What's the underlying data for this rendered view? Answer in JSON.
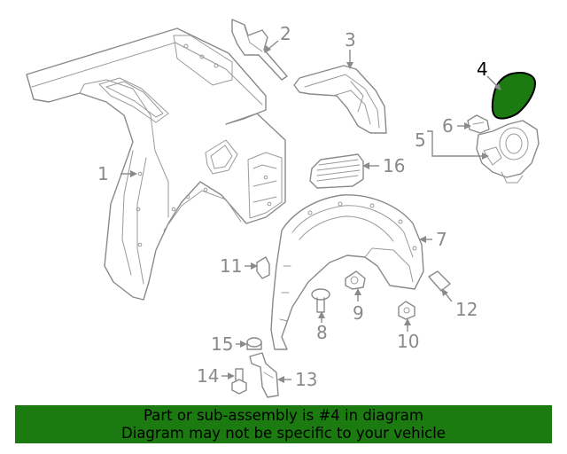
{
  "diagram": {
    "highlight_color": "#1b7a10",
    "line_color": "#8a8a8a",
    "callouts": [
      {
        "id": "1",
        "label": "1"
      },
      {
        "id": "2",
        "label": "2"
      },
      {
        "id": "3",
        "label": "3"
      },
      {
        "id": "4",
        "label": "4",
        "highlighted": true
      },
      {
        "id": "5",
        "label": "5"
      },
      {
        "id": "6",
        "label": "6"
      },
      {
        "id": "7",
        "label": "7"
      },
      {
        "id": "8",
        "label": "8"
      },
      {
        "id": "9",
        "label": "9"
      },
      {
        "id": "10",
        "label": "10"
      },
      {
        "id": "11",
        "label": "11"
      },
      {
        "id": "12",
        "label": "12"
      },
      {
        "id": "13",
        "label": "13"
      },
      {
        "id": "14",
        "label": "14"
      },
      {
        "id": "15",
        "label": "15"
      },
      {
        "id": "16",
        "label": "16"
      }
    ]
  },
  "banner": {
    "line1": "Part or sub-assembly is #4 in diagram",
    "line2": "Diagram may not be specific to your vehicle",
    "background": "#1b7a10"
  }
}
